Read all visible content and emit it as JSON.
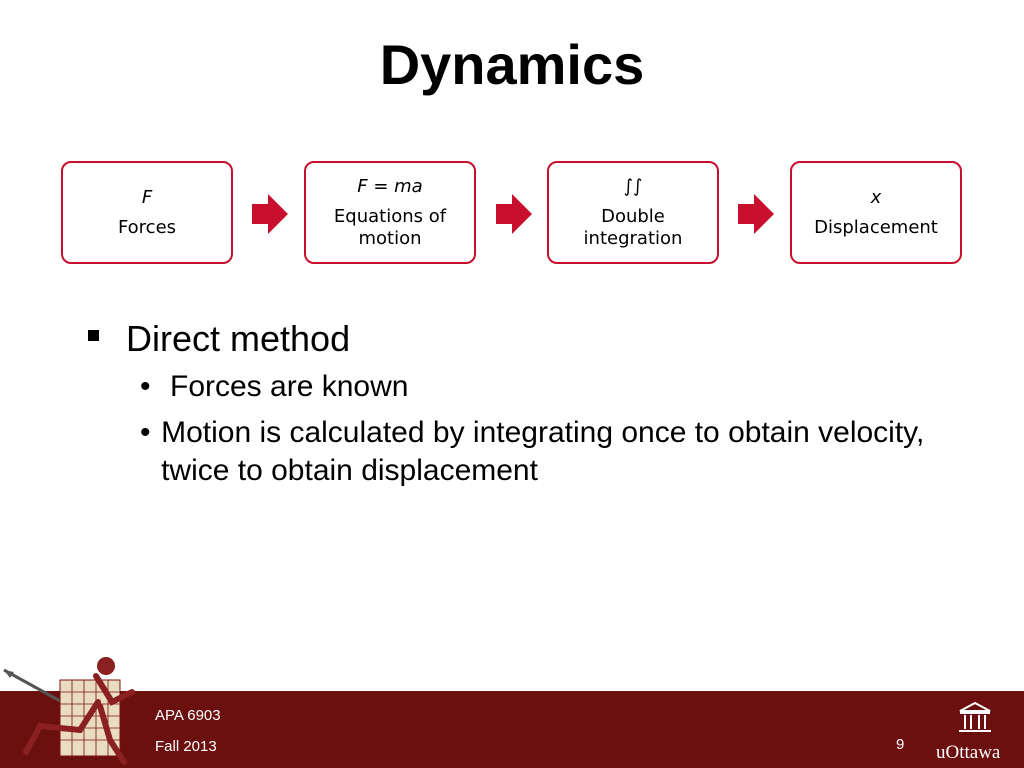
{
  "slide": {
    "title": "Dynamics"
  },
  "flow": {
    "accent_color": "#c8102e",
    "steps": [
      {
        "symbol": "F",
        "label": "Forces"
      },
      {
        "symbol": "F = ma",
        "label": "Equations of\nmotion"
      },
      {
        "symbol": "∫∫",
        "label": "Double\nintegration"
      },
      {
        "symbol": "x",
        "label": "Displacement"
      }
    ]
  },
  "bullets": {
    "main": "Direct method",
    "sub": [
      "Forces are known",
      "Motion is calculated by integrating once to obtain velocity, twice to obtain displacement"
    ]
  },
  "footer": {
    "course": "APA 6903",
    "term": "Fall 2013",
    "page_number": "9",
    "brand": "uOttawa",
    "background_color": "#6b0f0f"
  }
}
